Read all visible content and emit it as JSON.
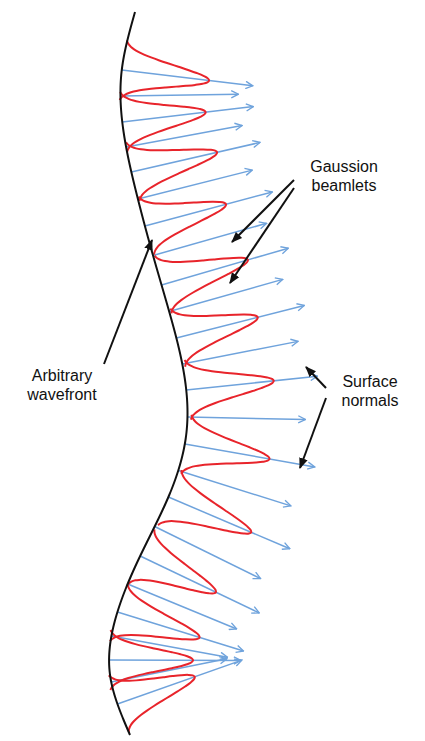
{
  "diagram": {
    "labels": [
      "Gaussion beamlets",
      "Arbitrary wavefront",
      "Surface normals"
    ]
  }
}
